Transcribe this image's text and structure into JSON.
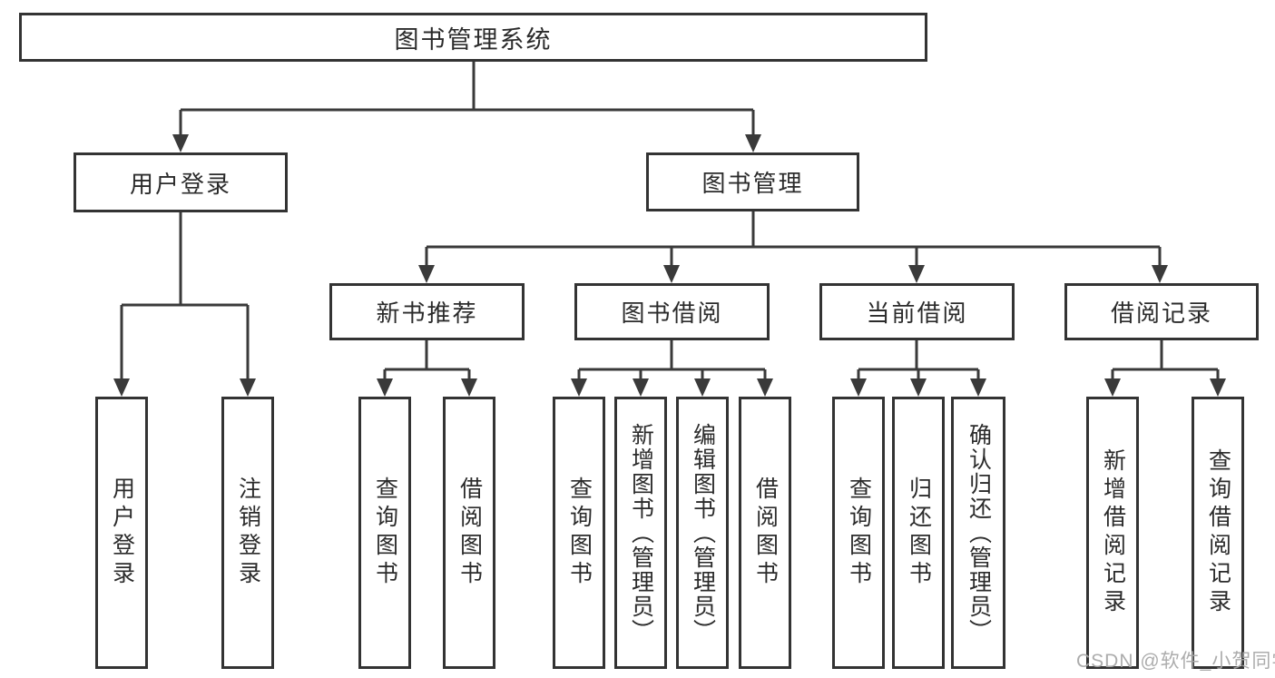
{
  "tree": {
    "root": {
      "label": "图书管理系统"
    },
    "branches": [
      {
        "label": "用户登录",
        "children": [
          {
            "label": "用户登录"
          },
          {
            "label": "注销登录"
          }
        ]
      },
      {
        "label": "图书管理",
        "groups": [
          {
            "label": "新书推荐",
            "children": [
              {
                "label": "查询图书"
              },
              {
                "label": "借阅图书"
              }
            ]
          },
          {
            "label": "图书借阅",
            "children": [
              {
                "label": "查询图书"
              },
              {
                "label": "新增图书（管理员）"
              },
              {
                "label": "编辑图书（管理员）"
              },
              {
                "label": "借阅图书"
              }
            ]
          },
          {
            "label": "当前借阅",
            "children": [
              {
                "label": "查询图书"
              },
              {
                "label": "归还图书"
              },
              {
                "label": "确认归还（管理员）"
              }
            ]
          },
          {
            "label": "借阅记录",
            "children": [
              {
                "label": "新增借阅记录"
              },
              {
                "label": "查询借阅记录"
              }
            ]
          }
        ]
      }
    ]
  },
  "watermark": {
    "text": "CSDN @软件_小贺同学"
  },
  "colors": {
    "line": "#3a3a3a",
    "box_border": "#333333",
    "text": "#2b2b2b",
    "background": "#ffffff",
    "watermark": "#a8a8a8"
  }
}
